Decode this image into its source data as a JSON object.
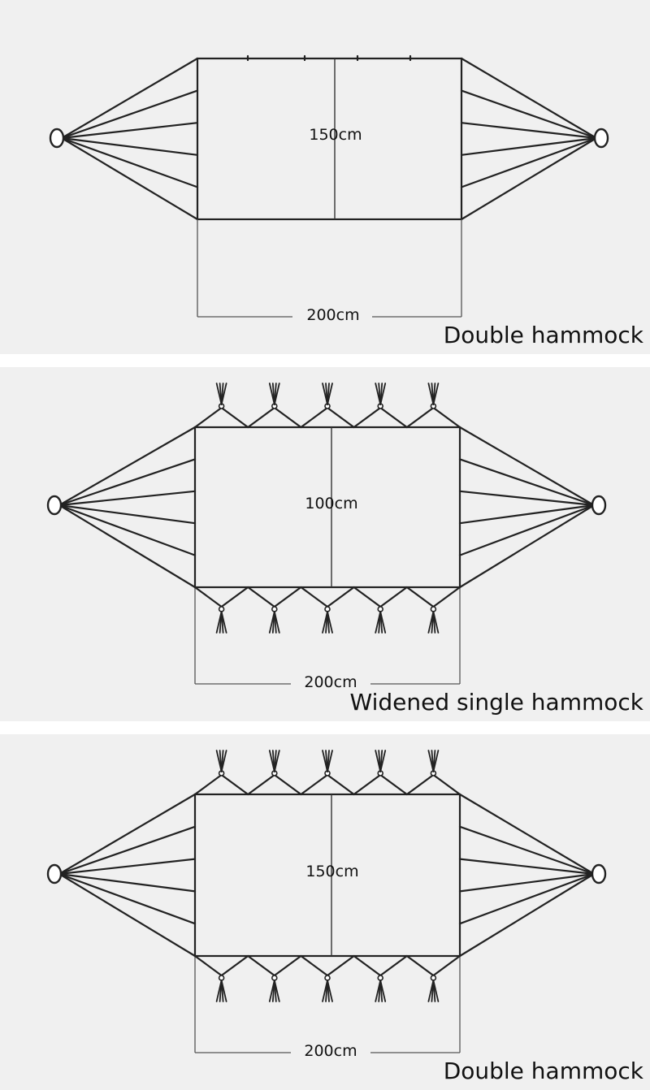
{
  "panels": [
    {
      "caption": "Double hammock",
      "width_label": "200cm",
      "height_label": "150cm",
      "side_ropes": 6,
      "end_tassels": false
    },
    {
      "caption": "Widened single hammock",
      "width_label": "200cm",
      "height_label": "100cm",
      "side_ropes": 6,
      "end_tassels": true,
      "tassel_groups": 5
    },
    {
      "caption": "Double hammock",
      "width_label": "200cm",
      "height_label": "150cm",
      "side_ropes": 6,
      "end_tassels": true,
      "tassel_groups": 5
    }
  ]
}
